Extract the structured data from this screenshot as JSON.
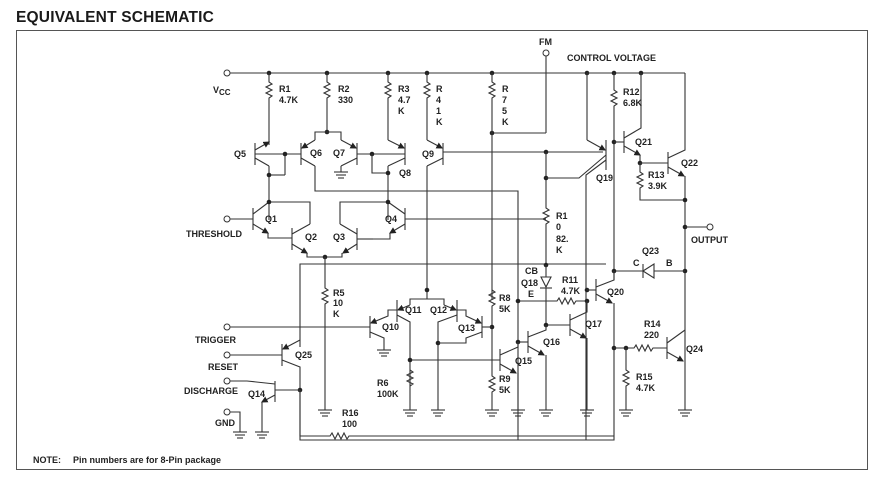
{
  "title": "EQUIVALENT SCHEMATIC",
  "note": {
    "label": "NOTE:",
    "text": "Pin numbers are for 8-Pin package"
  },
  "pins": {
    "vcc": "V",
    "vcc_sub": "CC",
    "fm": "FM",
    "control_voltage": "CONTROL VOLTAGE",
    "threshold": "THRESHOLD",
    "output": "OUTPUT",
    "trigger": "TRIGGER",
    "reset": "RESET",
    "discharge": "DISCHARGE",
    "gnd": "GND"
  },
  "resistors": {
    "r1": {
      "name": "R1",
      "value": "4.7K"
    },
    "r2": {
      "name": "R2",
      "value": "330"
    },
    "r3": {
      "name": "R3",
      "value": "4.7",
      "value2": "K"
    },
    "r4": {
      "lines": [
        "R",
        "4",
        "1",
        "K"
      ]
    },
    "r7": {
      "lines": [
        "R",
        "7",
        "5",
        "K"
      ]
    },
    "r10": {
      "lines": [
        "R1",
        "0",
        "82.",
        "K"
      ]
    },
    "r5": {
      "lines": [
        "R5",
        "10",
        "K"
      ]
    },
    "r6": {
      "name": "R6",
      "value": "100K"
    },
    "r8": {
      "name": "R8",
      "value": "5K"
    },
    "r9": {
      "name": "R9",
      "value": "5K"
    },
    "r11": {
      "name": "R11",
      "value": "4.7K"
    },
    "r12": {
      "name": "R12",
      "value": "6.8K"
    },
    "r13": {
      "name": "R13",
      "value": "3.9K"
    },
    "r14": {
      "name": "R14",
      "value": "220"
    },
    "r15": {
      "name": "R15",
      "value": "4.7K"
    },
    "r16": {
      "name": "R16",
      "value": "100"
    }
  },
  "transistors": {
    "q1": "Q1",
    "q2": "Q2",
    "q3": "Q3",
    "q4": "Q4",
    "q5": "Q5",
    "q6": "Q6",
    "q7": "Q7",
    "q8": "Q8",
    "q9": "Q9",
    "q10": "Q10",
    "q11": "Q11",
    "q12": "Q12",
    "q13": "Q13",
    "q14": "Q14",
    "q15": "Q15",
    "q16": "Q16",
    "q17": "Q17",
    "q19": "Q19",
    "q20": "Q20",
    "q21": "Q21",
    "q22": "Q22",
    "q24": "Q24",
    "q25": "Q25"
  },
  "diodes": {
    "q18": {
      "name": "Q18",
      "cb": "CB",
      "e": "E"
    },
    "q23": {
      "name": "Q23",
      "c": "C",
      "b": "B"
    }
  }
}
